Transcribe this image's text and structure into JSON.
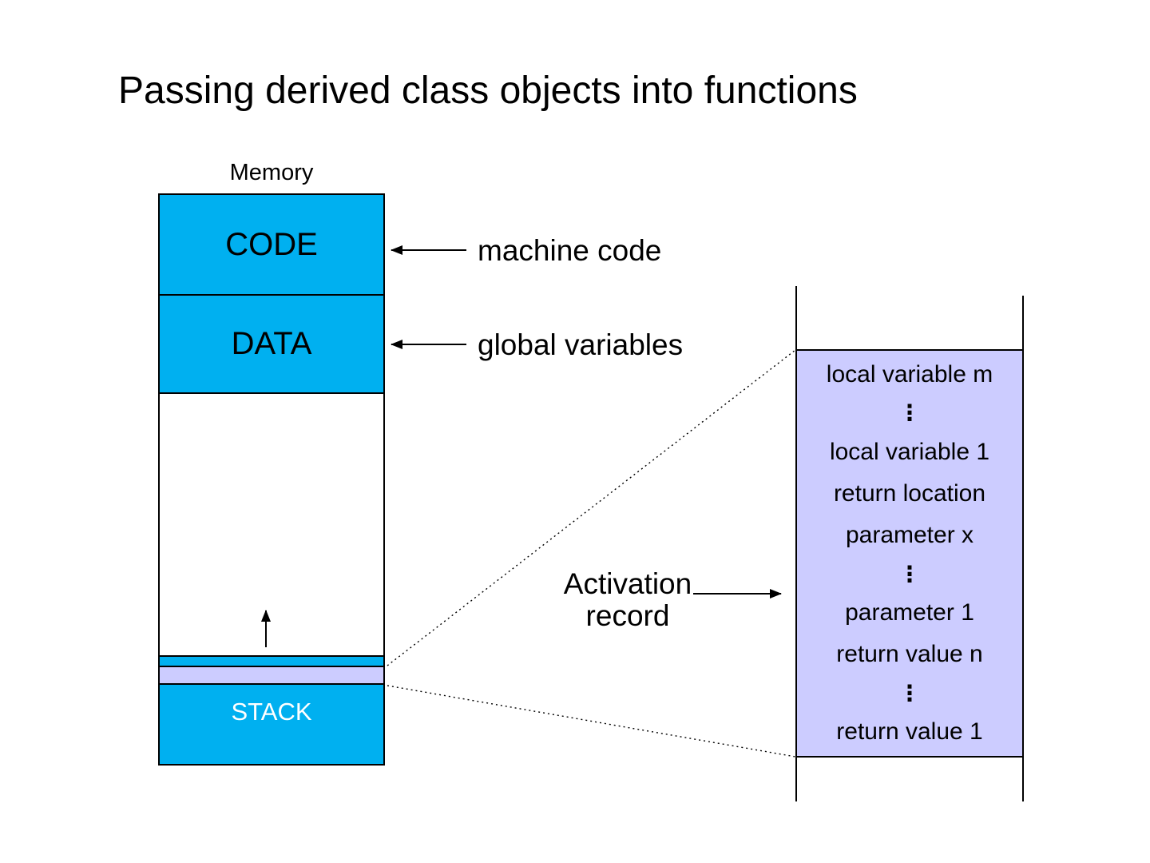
{
  "slide": {
    "title": "Passing derived class objects into functions"
  },
  "colors": {
    "segment_fill": "#00B0F0",
    "record_fill": "#CCCCFF",
    "line": "#000000",
    "stack_label_text": "#FFFFFF"
  },
  "memory": {
    "label": "Memory",
    "segments": {
      "code": "CODE",
      "data": "DATA",
      "stack": "STACK"
    },
    "annotations": {
      "machine_code": "machine code",
      "global_variables": "global variables"
    }
  },
  "activation_record": {
    "label_line1": "Activation",
    "label_line2": "record",
    "rows": [
      {
        "type": "text",
        "label": "local variable m"
      },
      {
        "type": "ellipsis",
        "label": "⋮"
      },
      {
        "type": "text",
        "label": "local variable 1"
      },
      {
        "type": "text",
        "label": "return location"
      },
      {
        "type": "text",
        "label": "parameter x"
      },
      {
        "type": "ellipsis",
        "label": "⋮"
      },
      {
        "type": "text",
        "label": "parameter 1"
      },
      {
        "type": "text",
        "label": "return value n"
      },
      {
        "type": "ellipsis",
        "label": "⋮"
      },
      {
        "type": "text",
        "label": "return value 1"
      }
    ]
  }
}
